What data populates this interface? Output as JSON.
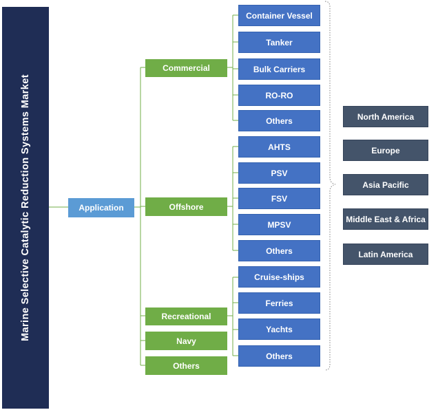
{
  "title": "Marine Selective Catalytic Reduction Systems Market",
  "root": "Application",
  "categories": [
    {
      "label": "Commercial",
      "subs": [
        "Container Vessel",
        "Tanker",
        "Bulk Carriers",
        "RO-RO",
        "Others"
      ]
    },
    {
      "label": "Offshore",
      "subs": [
        "AHTS",
        "PSV",
        "FSV",
        "MPSV",
        "Others"
      ]
    },
    {
      "label": "Recreational",
      "subs": [
        "Cruise-ships",
        "Ferries",
        "Yachts",
        "Others"
      ]
    },
    {
      "label": "Navy",
      "subs": []
    },
    {
      "label": "Others",
      "subs": []
    }
  ],
  "regions": [
    "North America",
    "Europe",
    "Asia Pacific",
    "Middle East & Africa",
    "Latin America"
  ],
  "colors": {
    "title_bg": "#1f2d55",
    "application": "#5b9bd5",
    "category": "#70ad47",
    "sub_segment": "#4472c4",
    "region": "#44546a",
    "connector": "#70ad47"
  }
}
